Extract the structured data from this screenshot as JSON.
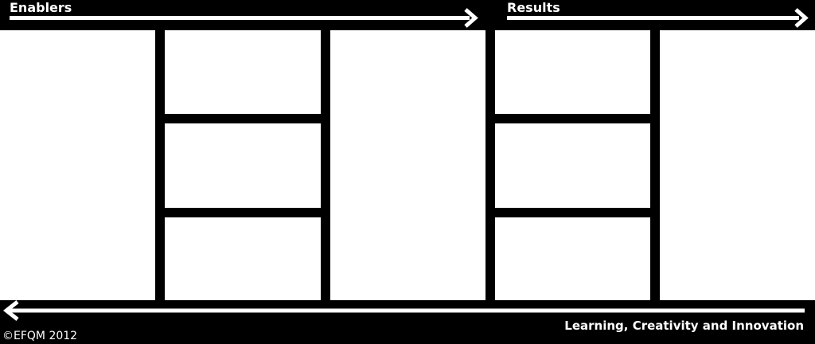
{
  "header": {
    "enablers_label": "Enablers",
    "results_label": "Results"
  },
  "footer": {
    "feedback_label": "Learning, Creativity and Innovation",
    "copyright": "©EFQM 2012"
  },
  "colors": {
    "background": "#ffffff",
    "frame": "#000000",
    "arrow": "#ffffff",
    "text": "#ffffff"
  }
}
